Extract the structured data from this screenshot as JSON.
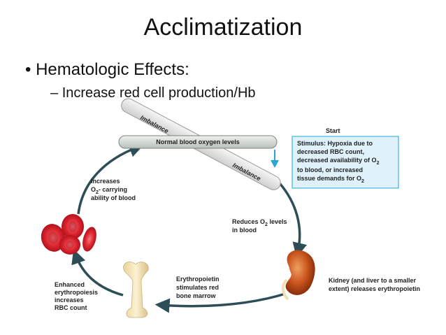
{
  "slide": {
    "title": "Acclimatization",
    "bullet_mark": "•",
    "bullet": "Hematologic Effects:",
    "sub_dash": "–",
    "sub_bullet": "Increase red cell production/Hb"
  },
  "diagram": {
    "start_label": "Start",
    "balance_bar_label": "Normal blood oxygen levels",
    "imbalance_top": "Imbalance",
    "imbalance_bottom": "Imbalance",
    "stimulus": {
      "line1": "Stimulus: Hypoxia due to",
      "line2": "decreased RBC count,",
      "line3": "decreased availability of O",
      "line3_sub": "2",
      "line4": "to blood, or increased",
      "line5": "tissue demands for O",
      "line5_sub": "2"
    },
    "reduces": {
      "line1": "Reduces O",
      "line1_sub": "2",
      "line1_end": " levels",
      "line2": "in blood"
    },
    "kidney": {
      "line1": "Kidney (and liver to a smaller",
      "line2": "extent) releases erythropoietin"
    },
    "epo": {
      "line1": "Erythropoietin",
      "line2": "stimulates red",
      "line3": "bone marrow"
    },
    "enhanced": {
      "line1": "Enhanced",
      "line2": "erythropoiesis",
      "line3": "increases",
      "line4": "RBC count"
    },
    "increases": {
      "line1": "Increases",
      "line2_pre": "O",
      "line2_sub": "2",
      "line2_end": "- carrying",
      "line3": "ability of blood"
    },
    "colors": {
      "arrow": "#2e4e57",
      "stimulus_fill": "#dff1fb",
      "stimulus_border": "#3fb6e3",
      "rbc": "#d9232e",
      "kidney": "#c7521c",
      "bone": "#f2e2b4",
      "bar": "#d7ddd8",
      "seesaw_arrow": "#2aa5d8"
    }
  }
}
